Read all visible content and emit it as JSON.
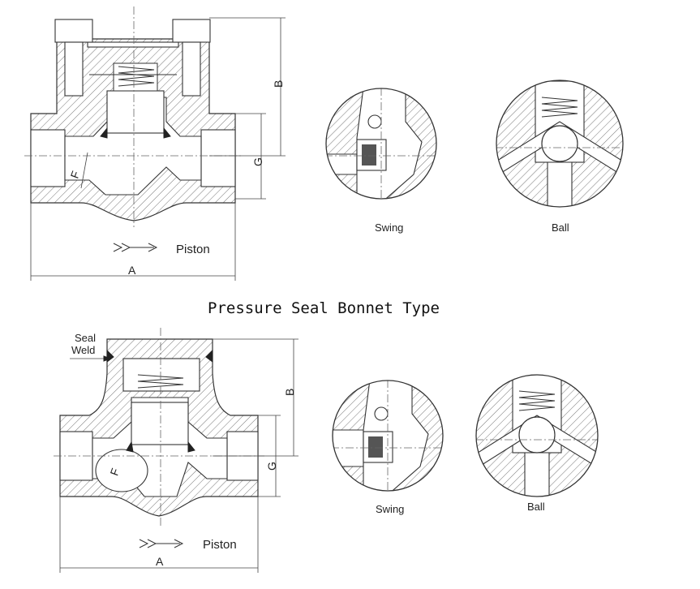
{
  "title": "Pressure Seal Bonnet Type",
  "top_section": {
    "flow_label": "Piston",
    "dim_a": "A",
    "dim_b": "B",
    "dim_g": "G",
    "dim_f": "F",
    "detail_swing": "Swing",
    "detail_ball": "Ball"
  },
  "bottom_section": {
    "seal_label": "Seal",
    "weld_label": "Weld",
    "flow_label": "Piston",
    "dim_a": "A",
    "dim_b": "B",
    "dim_g": "G",
    "dim_f": "F",
    "detail_swing": "Swing",
    "detail_ball": "Ball"
  }
}
